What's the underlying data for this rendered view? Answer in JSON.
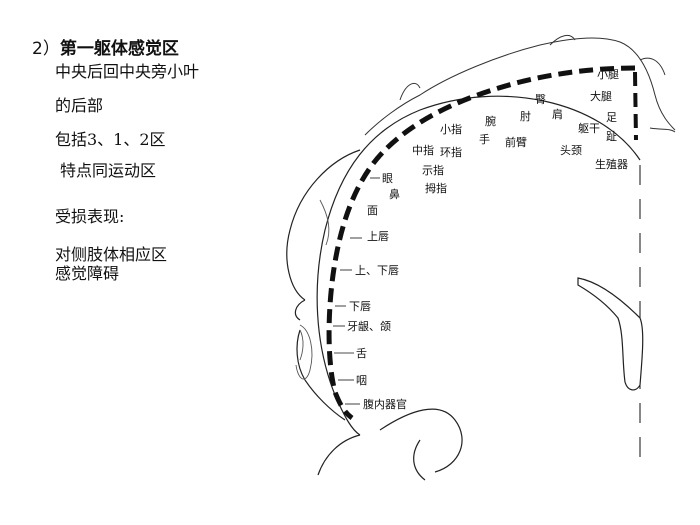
{
  "text_panel": {
    "heading_number": "2）",
    "heading_title": "第一躯体感觉区",
    "location_line1": "中央后回中央旁小叶",
    "location_line2": "的后部",
    "areas": "包括3、1、2区",
    "feature": "特点同运动区",
    "damage_title": "受损表现:",
    "damage_line1": "对侧肢体相应区",
    "damage_line2": "感觉障碍"
  },
  "diagram": {
    "labels": {
      "xiaotui": "小腿",
      "datui": "大腿",
      "zu": "足",
      "zhi": "趾",
      "shengzhiqi": "生殖器",
      "tun": "臀",
      "jian": "肩",
      "qugan": "躯干",
      "toujing": "头颈",
      "zhou": "肘",
      "qianbi": "前臂",
      "wan": "腕",
      "shou": "手",
      "xiaozhi": "小指",
      "huanzhi": "环指",
      "zhongzhi": "中指",
      "shizhi": "示指",
      "muzhi": "拇指",
      "yan": "眼",
      "bi": "鼻",
      "mian": "面",
      "shangchun": "上唇",
      "shangxiachun": "上、下唇",
      "xiachun": "下唇",
      "yayinhe": "牙龈、颌",
      "she": "舌",
      "yan_throat": "咽",
      "funeiqiguan": "腹内器官"
    }
  }
}
